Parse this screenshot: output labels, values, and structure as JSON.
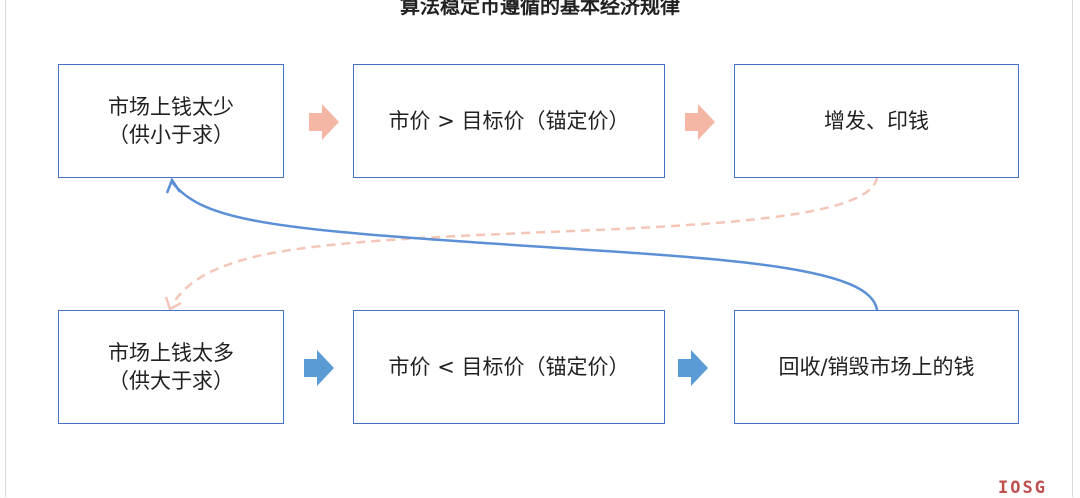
{
  "title": "算法稳定币遵循的基本经济规律",
  "boxes": {
    "top_left": {
      "line1": "市场上钱太少",
      "line2": "（供小于求）"
    },
    "top_middle": {
      "line1": "市价 > 目标价（锚定价）"
    },
    "top_right": {
      "line1": "增发、印钱"
    },
    "bottom_left": {
      "line1": "市场上钱太多",
      "line2": "（供大于求）"
    },
    "bottom_middle": {
      "line1": "市价 < 目标价（锚定价）"
    },
    "bottom_right": {
      "line1": "回收/销毁市场上的钱"
    }
  },
  "colors": {
    "box_border": "#4472c4",
    "arrow_salmon": "#f4b6a5",
    "arrow_blue": "#5b9bd5",
    "curve_blue": "#5b8fd6",
    "curve_dashed": "#f4c6b8"
  },
  "logo": {
    "text": "IOSG"
  }
}
